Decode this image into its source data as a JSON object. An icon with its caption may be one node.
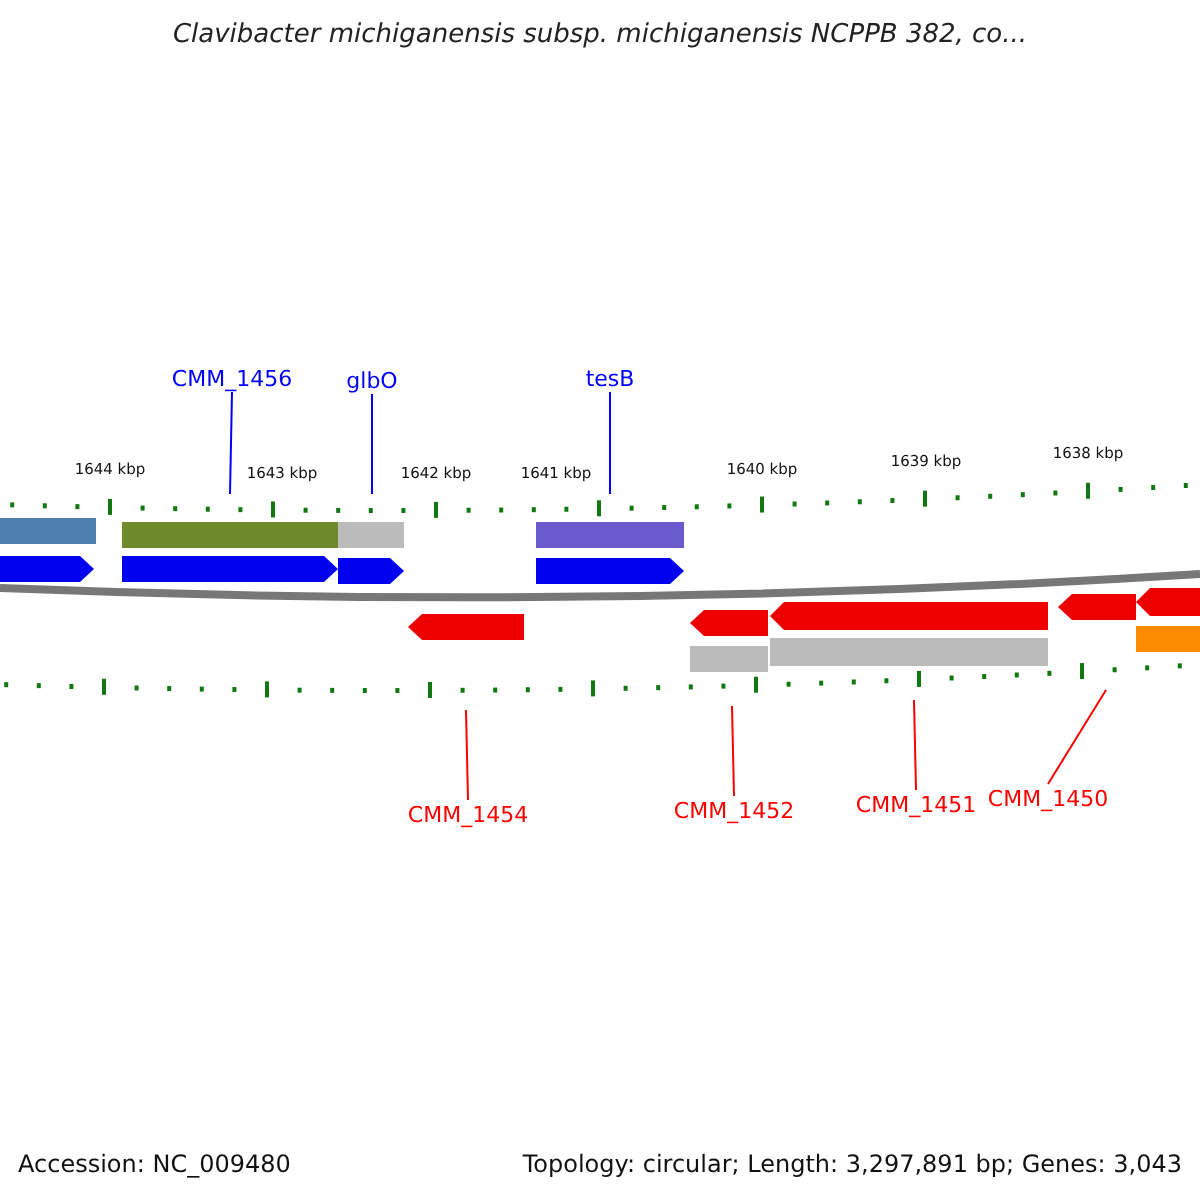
{
  "diagram": {
    "title": "Clavibacter michiganensis subsp. michiganensis NCPPB 382, co...",
    "nodes": [
      {
        "text": [
          "CMM_1456"
        ]
      },
      {
        "text": [
          "glbO"
        ]
      },
      {
        "text": [
          "tesB"
        ]
      },
      {
        "text": [
          "CMM_1454"
        ]
      },
      {
        "text": [
          "CMM_1452"
        ]
      },
      {
        "text": [
          "CMM_1451"
        ]
      },
      {
        "text": [
          "CMM_1450"
        ]
      }
    ],
    "edges": [
      {
        "from": 0,
        "to": null,
        "arrow": "none",
        "color": "#0000ff"
      },
      {
        "from": 1,
        "to": null,
        "arrow": "none",
        "color": "#0000ff"
      },
      {
        "from": 2,
        "to": null,
        "arrow": "none",
        "color": "#0000ff"
      },
      {
        "from": 3,
        "to": null,
        "arrow": "none",
        "color": "#ff0000"
      },
      {
        "from": 4,
        "to": null,
        "arrow": "none",
        "color": "#ff0000"
      },
      {
        "from": 5,
        "to": null,
        "arrow": "none",
        "color": "#ff0000"
      },
      {
        "from": 6,
        "to": null,
        "arrow": "none",
        "color": "#ff0000"
      }
    ],
    "labels": [
      "1644 kbp",
      "1643 kbp",
      "1642 kbp",
      "1641 kbp",
      "1640 kbp",
      "1639 kbp",
      "1638 kbp",
      "Accession: NC_009480",
      "Topology: circular; Length: 3,297,891 bp; Genes: 3,043"
    ]
  }
}
